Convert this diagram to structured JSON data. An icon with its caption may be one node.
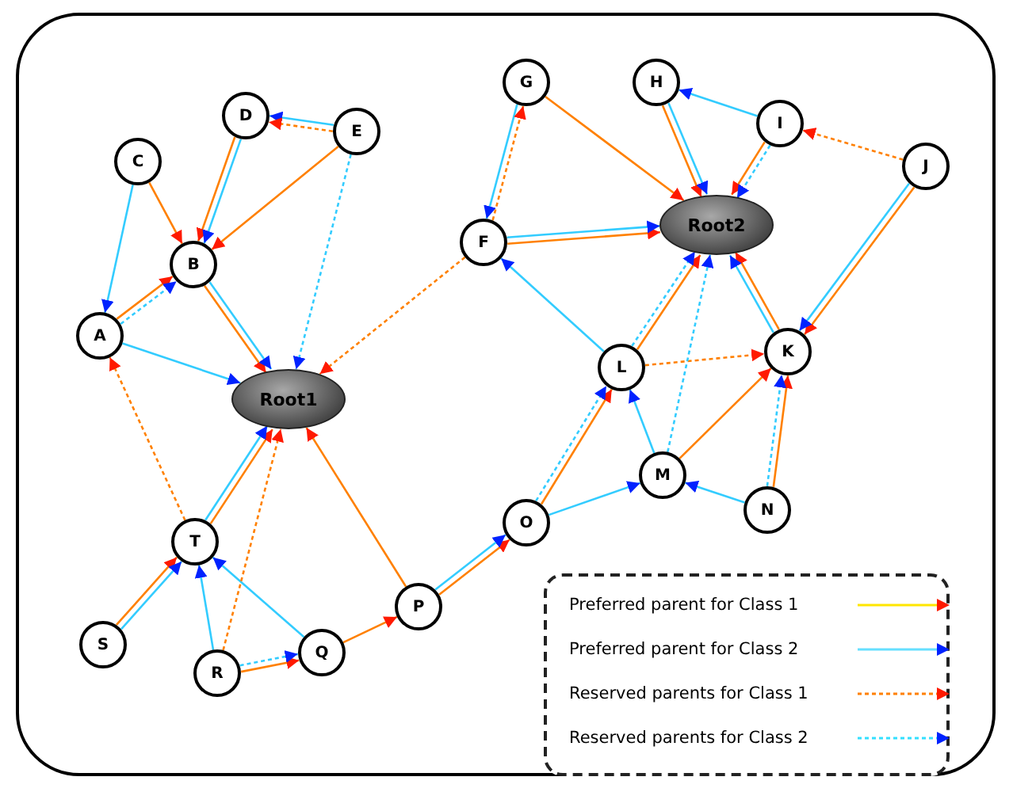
{
  "diagram": {
    "nodes": [
      {
        "text": [
          "Root1"
        ]
      },
      {
        "text": [
          "Root2"
        ]
      },
      {
        "text": [
          "A"
        ]
      },
      {
        "text": [
          "B"
        ]
      },
      {
        "text": [
          "C"
        ]
      },
      {
        "text": [
          "D"
        ]
      },
      {
        "text": [
          "E"
        ]
      },
      {
        "text": [
          "F"
        ]
      },
      {
        "text": [
          "G"
        ]
      },
      {
        "text": [
          "H"
        ]
      },
      {
        "text": [
          "I"
        ]
      },
      {
        "text": [
          "J"
        ]
      },
      {
        "text": [
          "K"
        ]
      },
      {
        "text": [
          "L"
        ]
      },
      {
        "text": [
          "M"
        ]
      },
      {
        "text": [
          "N"
        ]
      },
      {
        "text": [
          "O"
        ]
      },
      {
        "text": [
          "P"
        ]
      },
      {
        "text": [
          "Q"
        ]
      },
      {
        "text": [
          "R"
        ]
      },
      {
        "text": [
          "S"
        ]
      },
      {
        "text": [
          "T"
        ]
      }
    ],
    "edges": [
      {
        "from": 4,
        "to": 3,
        "arrow": "to"
      },
      {
        "from": 5,
        "to": 3,
        "arrow": "to"
      },
      {
        "from": 6,
        "to": 3,
        "arrow": "to"
      },
      {
        "from": 2,
        "to": 3,
        "arrow": "to"
      },
      {
        "from": 3,
        "to": 0,
        "arrow": "to"
      },
      {
        "from": 21,
        "to": 0,
        "arrow": "to"
      },
      {
        "from": 17,
        "to": 0,
        "arrow": "to"
      },
      {
        "from": 20,
        "to": 21,
        "arrow": "to"
      },
      {
        "from": 19,
        "to": 18,
        "arrow": "to"
      },
      {
        "from": 18,
        "to": 17,
        "arrow": "to"
      },
      {
        "from": 17,
        "to": 16,
        "arrow": "to"
      },
      {
        "from": 16,
        "to": 13,
        "arrow": "to"
      },
      {
        "from": 14,
        "to": 12,
        "arrow": "to"
      },
      {
        "from": 15,
        "to": 12,
        "arrow": "to"
      },
      {
        "from": 8,
        "to": 1,
        "arrow": "to"
      },
      {
        "from": 9,
        "to": 1,
        "arrow": "to"
      },
      {
        "from": 10,
        "to": 1,
        "arrow": "to"
      },
      {
        "from": 7,
        "to": 1,
        "arrow": "to"
      },
      {
        "from": 13,
        "to": 1,
        "arrow": "to"
      },
      {
        "from": 12,
        "to": 1,
        "arrow": "to"
      },
      {
        "from": 11,
        "to": 12,
        "arrow": "to"
      },
      {
        "from": 6,
        "to": 5,
        "arrow": "to",
        "color": "#33ccff"
      },
      {
        "from": 4,
        "to": 2,
        "arrow": "to",
        "color": "#33ccff"
      },
      {
        "from": 5,
        "to": 3,
        "arrow": "to",
        "color": "#33ccff"
      },
      {
        "from": 3,
        "to": 0,
        "arrow": "to",
        "color": "#33ccff"
      },
      {
        "from": 2,
        "to": 0,
        "arrow": "to",
        "color": "#33ccff"
      },
      {
        "from": 21,
        "to": 0,
        "arrow": "to",
        "color": "#33ccff"
      },
      {
        "from": 20,
        "to": 21,
        "arrow": "to",
        "color": "#33ccff"
      },
      {
        "from": 19,
        "to": 21,
        "arrow": "to",
        "color": "#33ccff"
      },
      {
        "from": 18,
        "to": 21,
        "arrow": "to",
        "color": "#33ccff"
      },
      {
        "from": 17,
        "to": 16,
        "arrow": "to",
        "color": "#33ccff"
      },
      {
        "from": 16,
        "to": 14,
        "arrow": "to",
        "color": "#33ccff"
      },
      {
        "from": 14,
        "to": 13,
        "arrow": "to",
        "color": "#33ccff"
      },
      {
        "from": 15,
        "to": 14,
        "arrow": "to",
        "color": "#33ccff"
      },
      {
        "from": 8,
        "to": 7,
        "arrow": "to",
        "color": "#33ccff"
      },
      {
        "from": 9,
        "to": 1,
        "arrow": "to",
        "color": "#33ccff"
      },
      {
        "from": 10,
        "to": 9,
        "arrow": "to",
        "color": "#33ccff"
      },
      {
        "from": 7,
        "to": 1,
        "arrow": "to",
        "color": "#33ccff"
      },
      {
        "from": 13,
        "to": 7,
        "arrow": "to",
        "color": "#33ccff"
      },
      {
        "from": 12,
        "to": 1,
        "arrow": "to",
        "color": "#33ccff"
      },
      {
        "from": 11,
        "to": 12,
        "arrow": "to",
        "color": "#33ccff"
      },
      {
        "from": 6,
        "to": 5,
        "arrow": "to",
        "style": "dashed"
      },
      {
        "from": 21,
        "to": 2,
        "arrow": "to",
        "style": "dashed"
      },
      {
        "from": 19,
        "to": 0,
        "arrow": "to",
        "style": "dashed"
      },
      {
        "from": 7,
        "to": 0,
        "arrow": "to",
        "style": "dashed"
      },
      {
        "from": 7,
        "to": 8,
        "arrow": "to",
        "style": "dashed"
      },
      {
        "from": 11,
        "to": 10,
        "arrow": "to",
        "style": "dashed"
      },
      {
        "from": 13,
        "to": 12,
        "arrow": "to",
        "style": "dashed"
      },
      {
        "from": 2,
        "to": 3,
        "arrow": "to",
        "style": "dashed",
        "color": "#33ccff"
      },
      {
        "from": 6,
        "to": 0,
        "arrow": "to",
        "style": "dashed",
        "color": "#33ccff"
      },
      {
        "from": 19,
        "to": 18,
        "arrow": "to",
        "style": "dashed",
        "color": "#33ccff"
      },
      {
        "from": 16,
        "to": 13,
        "arrow": "to",
        "style": "dashed",
        "color": "#33ccff"
      },
      {
        "from": 10,
        "to": 1,
        "arrow": "to",
        "style": "dashed",
        "color": "#33ccff"
      },
      {
        "from": 13,
        "to": 1,
        "arrow": "to",
        "style": "dashed",
        "color": "#33ccff"
      },
      {
        "from": 14,
        "to": 1,
        "arrow": "to",
        "style": "dashed",
        "color": "#33ccff"
      },
      {
        "from": 15,
        "to": 12,
        "arrow": "to",
        "style": "dashed",
        "color": "#33ccff"
      }
    ],
    "legend": [
      {
        "text": "Preferred parent for Class 1"
      },
      {
        "text": "Preferred parent for Class 2"
      },
      {
        "text": "Reserved parents for Class 1"
      },
      {
        "text": "Reserved parents for Class 2"
      }
    ]
  }
}
